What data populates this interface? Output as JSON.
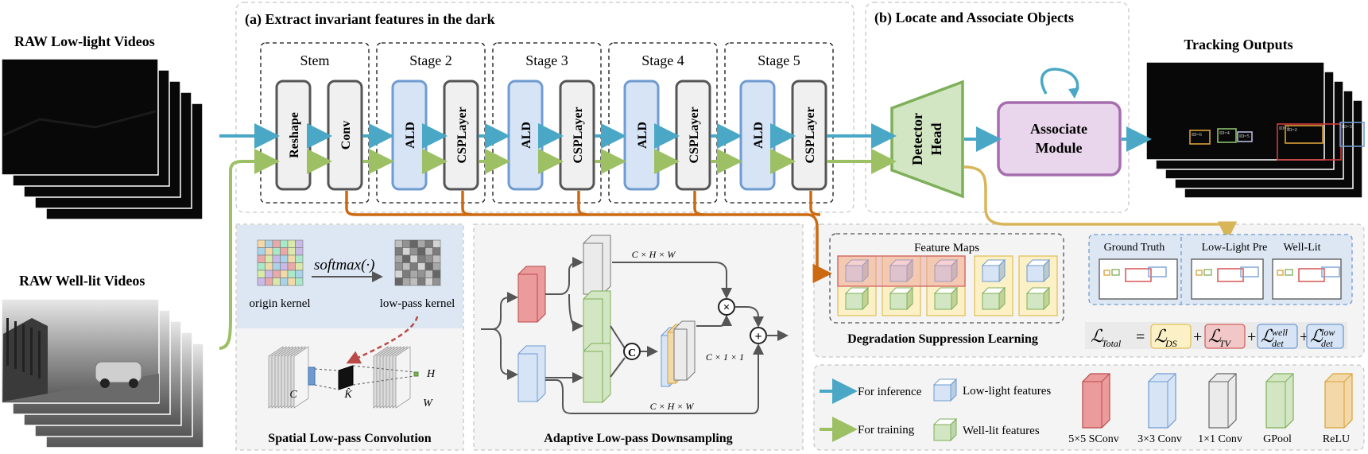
{
  "inputs": {
    "lowlight_title": "RAW Low-light Videos",
    "welllit_title": "RAW Well-lit  Videos"
  },
  "outputs": {
    "title": "Tracking Outputs",
    "box_labels": [
      "ID=6",
      "ID=4",
      "ID=5",
      "ID=1",
      "ID=2",
      "ID=3"
    ]
  },
  "section_a": {
    "title": "(a) Extract invariant features in the dark",
    "stages": [
      {
        "name": "Stem",
        "blocks": [
          "Reshape",
          "Conv"
        ]
      },
      {
        "name": "Stage 2",
        "blocks": [
          "ALD",
          "CSPLayer"
        ]
      },
      {
        "name": "Stage 3",
        "blocks": [
          "ALD",
          "CSPLayer"
        ]
      },
      {
        "name": "Stage 4",
        "blocks": [
          "ALD",
          "CSPLayer"
        ]
      },
      {
        "name": "Stage 5",
        "blocks": [
          "ALD",
          "CSPLayer"
        ]
      }
    ]
  },
  "section_b": {
    "title": "(b) Locate and Associate Objects",
    "detector_line1": "Detector",
    "detector_line2": "Head",
    "associate_line1": "Associate",
    "associate_line2": "Module"
  },
  "slpc": {
    "origin_kernel": "origin kernel",
    "softmax": "softmax(·)",
    "lowpass_kernel": "low-pass kernel",
    "c_label": "C",
    "k_label": "K̂",
    "h_label": "H",
    "w_label": "W",
    "caption": "Spatial Low-pass Convolution"
  },
  "ald": {
    "top_label": "C × H × W",
    "mid_label": "C × 1 × 1",
    "bottom_label": "C × H × W",
    "caption": "Adaptive Low-pass Downsampling",
    "concat_symbol": "C",
    "mult_symbol": "×",
    "add_symbol": "+"
  },
  "dsl": {
    "feature_maps": "Feature Maps",
    "caption": "Degradation Suppression Learning",
    "panels": [
      "Ground Truth",
      "Low-Light Pre",
      "Well-Lit"
    ],
    "loss_total": "ℒ",
    "loss_total_sub": "Total",
    "loss_terms": [
      {
        "sym": "ℒ",
        "sub": "DS",
        "sup": ""
      },
      {
        "sym": "ℒ",
        "sub": "TV",
        "sup": ""
      },
      {
        "sym": "ℒ",
        "sub": "det",
        "sup": "well"
      },
      {
        "sym": "ℒ",
        "sub": "det",
        "sup": "low"
      }
    ]
  },
  "legend": {
    "inference": "For inference",
    "training": "For training",
    "lowlight_features": "Low-light features",
    "welllit_features": "Well-lit features",
    "blocks": [
      "5×5 SConv",
      "3×3 Conv",
      "1×1 Conv",
      "GPool",
      "ReLU"
    ]
  },
  "colors": {
    "inference": "#4aa8c6",
    "training": "#9cc063",
    "orange": "#cc6a12",
    "gold": "#d9b55a",
    "blue_fill": "#d6e4f6",
    "blue_stroke": "#6f9bd0",
    "purple_fill": "#ead6ec",
    "purple_stroke": "#a66dae",
    "green_fill": "#d3e6c3",
    "green_stroke": "#7eaf5a",
    "red_fill": "#eb9b9b",
    "gray_fill": "#ebebeb"
  }
}
